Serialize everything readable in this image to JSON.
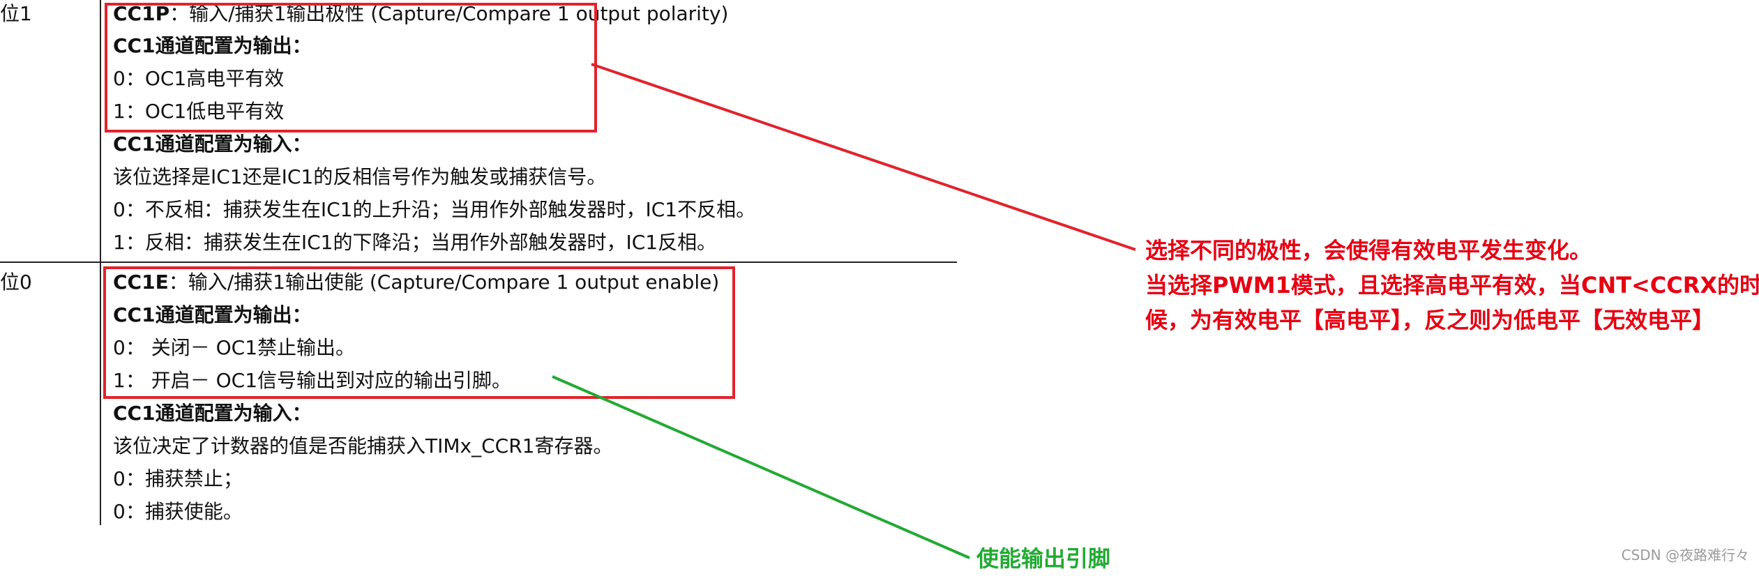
{
  "doc": {
    "bit1": {
      "label": "位1",
      "title_bold": "CC1P",
      "title_rest": "：输入/捕获1输出极性  (Capture/Compare  1 output polarity)",
      "out_heading": "CC1通道配置为输出：",
      "out_0": "0：OC1高电平有效",
      "out_1": "1：OC1低电平有效",
      "in_heading": "CC1通道配置为输入：",
      "in_desc": "该位选择是IC1还是IC1的反相信号作为触发或捕获信号。",
      "in_0": "0：不反相：捕获发生在IC1的上升沿；当用作外部触发器时，IC1不反相。",
      "in_1": "1：反相：捕获发生在IC1的下降沿；当用作外部触发器时，IC1反相。"
    },
    "bit0": {
      "label": "位0",
      "title_bold": "CC1E",
      "title_rest": "：输入/捕获1输出使能 (Capture/Compare 1 output enable)",
      "out_heading": "CC1通道配置为输出：",
      "out_0": "0：  关闭－ OC1禁止输出。",
      "out_1": "1：  开启－ OC1信号输出到对应的输出引脚。",
      "in_heading": "CC1通道配置为输入：",
      "in_desc": "该位决定了计数器的值是否能捕获入TIMx_CCR1寄存器。",
      "in_0": "0：捕获禁止；",
      "in_1": "0：捕获使能。"
    }
  },
  "annotations": {
    "polarity": {
      "line1": "选择不同的极性，会使得有效电平发生变化。",
      "line2": "当选择PWM1模式，且选择高电平有效，当CNT<CCRX的时",
      "line3": "候，为有效电平【高电平】，反之则为低电平【无效电平】",
      "color": "#e60012"
    },
    "enable": {
      "text": "使能输出引脚",
      "color": "#22aa33"
    }
  },
  "watermark": "CSDN @夜路难行々"
}
